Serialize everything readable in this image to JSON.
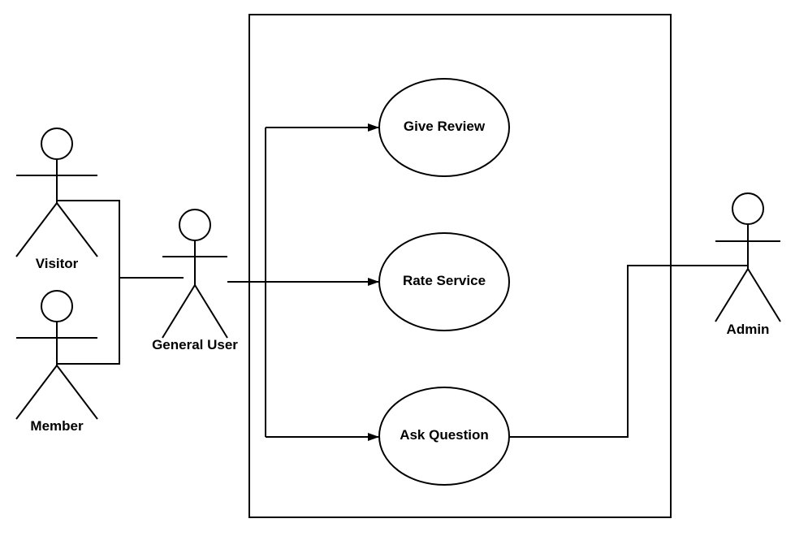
{
  "actors": {
    "visitor": {
      "label": "Visitor"
    },
    "member": {
      "label": "Member"
    },
    "general_user": {
      "label": "General User"
    },
    "admin": {
      "label": "Admin"
    }
  },
  "use_cases": {
    "give_review": {
      "label": "Give Review"
    },
    "rate_service": {
      "label": "Rate Service"
    },
    "ask_question": {
      "label": "Ask Question"
    }
  },
  "colors": {
    "stroke": "#000000",
    "background": "#ffffff"
  }
}
